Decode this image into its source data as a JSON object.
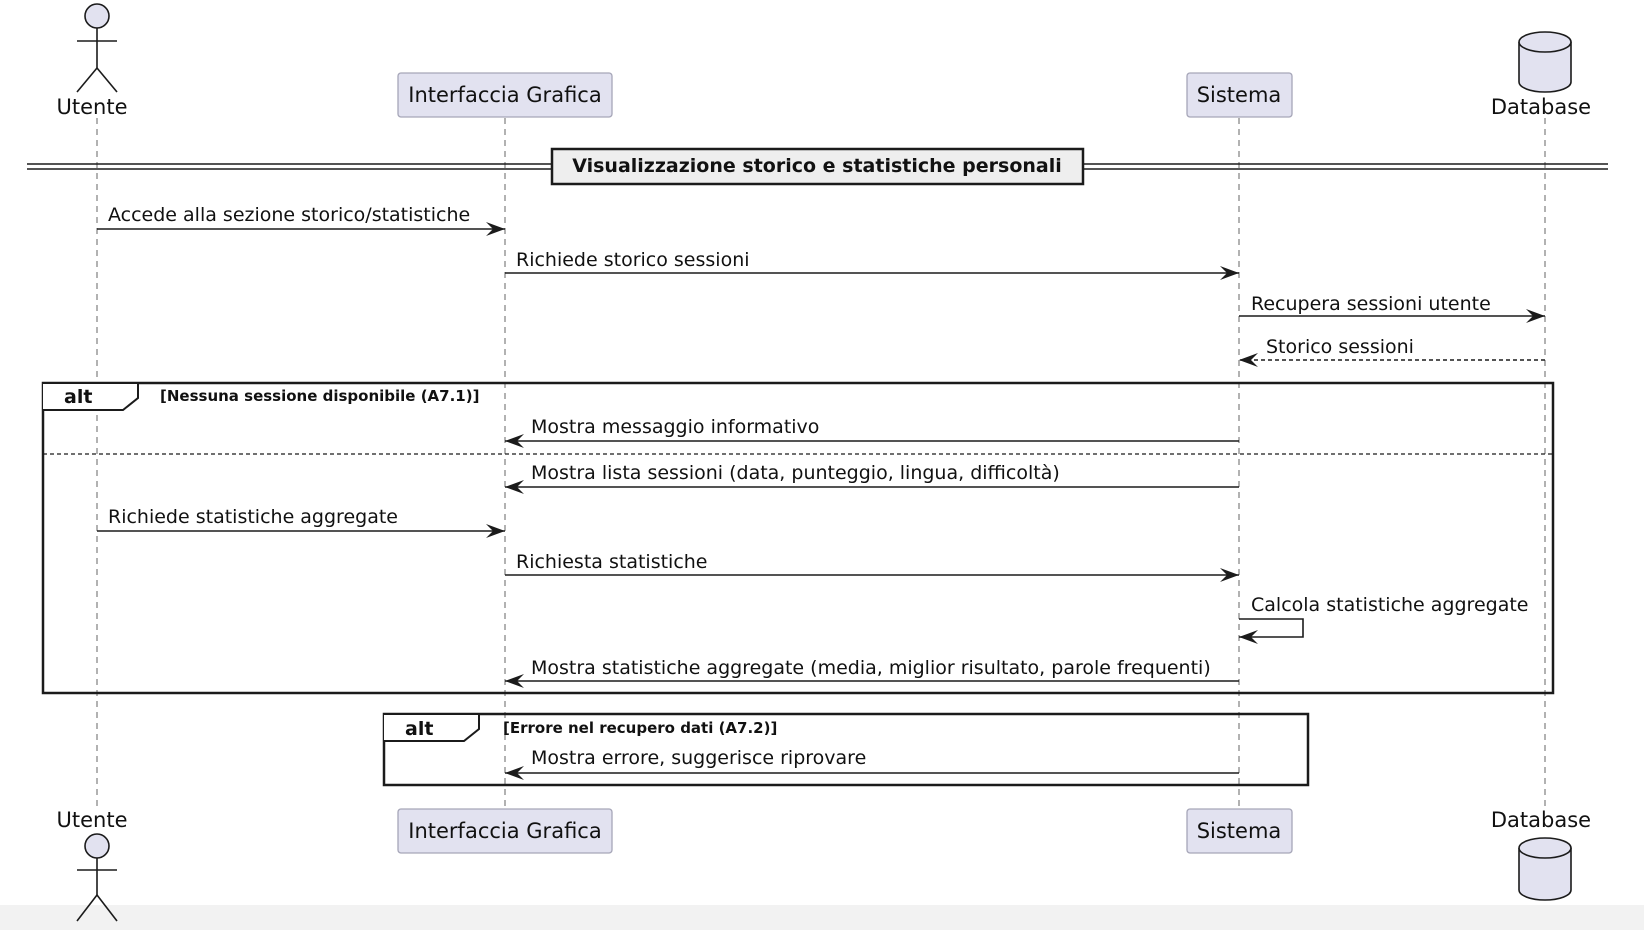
{
  "diagram": {
    "type": "sequence-diagram",
    "colors": {
      "participant_fill": "#e2e2f0",
      "participant_stroke": "#a6a6b8",
      "line": "#1b1b1b",
      "lifeline": "#888888",
      "divider_fill": "#eeeeee"
    },
    "participants": [
      {
        "id": "utente",
        "label": "Utente",
        "kind": "actor"
      },
      {
        "id": "gui",
        "label": "Interfaccia Grafica",
        "kind": "participant"
      },
      {
        "id": "sistema",
        "label": "Sistema",
        "kind": "participant"
      },
      {
        "id": "database",
        "label": "Database",
        "kind": "database"
      }
    ],
    "divider": {
      "label": "Visualizzazione storico e statistiche personali"
    },
    "messages": [
      {
        "from": "utente",
        "to": "gui",
        "label": "Accede alla sezione storico/statistiche",
        "style": "solid"
      },
      {
        "from": "gui",
        "to": "sistema",
        "label": "Richiede storico sessioni",
        "style": "solid"
      },
      {
        "from": "sistema",
        "to": "database",
        "label": "Recupera sessioni utente",
        "style": "solid"
      },
      {
        "from": "database",
        "to": "sistema",
        "label": "Storico sessioni",
        "style": "dashed"
      },
      {
        "from": "sistema",
        "to": "gui",
        "label": "Mostra messaggio informativo",
        "style": "solid"
      },
      {
        "from": "sistema",
        "to": "gui",
        "label": "Mostra lista sessioni (data, punteggio, lingua, difficoltà)",
        "style": "solid"
      },
      {
        "from": "utente",
        "to": "gui",
        "label": "Richiede statistiche aggregate",
        "style": "solid"
      },
      {
        "from": "gui",
        "to": "sistema",
        "label": "Richiesta statistiche",
        "style": "solid"
      },
      {
        "from": "sistema",
        "to": "sistema",
        "label": "Calcola statistiche aggregate",
        "style": "solid"
      },
      {
        "from": "sistema",
        "to": "gui",
        "label": "Mostra statistiche aggregate (media, miglior risultato, parole frequenti)",
        "style": "solid"
      },
      {
        "from": "sistema",
        "to": "gui",
        "label": "Mostra errore, suggerisce riprovare",
        "style": "solid"
      }
    ],
    "frames": [
      {
        "keyword": "alt",
        "guard": "[Nessuna sessione disponibile (A7.1)]"
      },
      {
        "keyword": "alt",
        "guard": "[Errore nel recupero dati (A7.2)]"
      }
    ]
  }
}
